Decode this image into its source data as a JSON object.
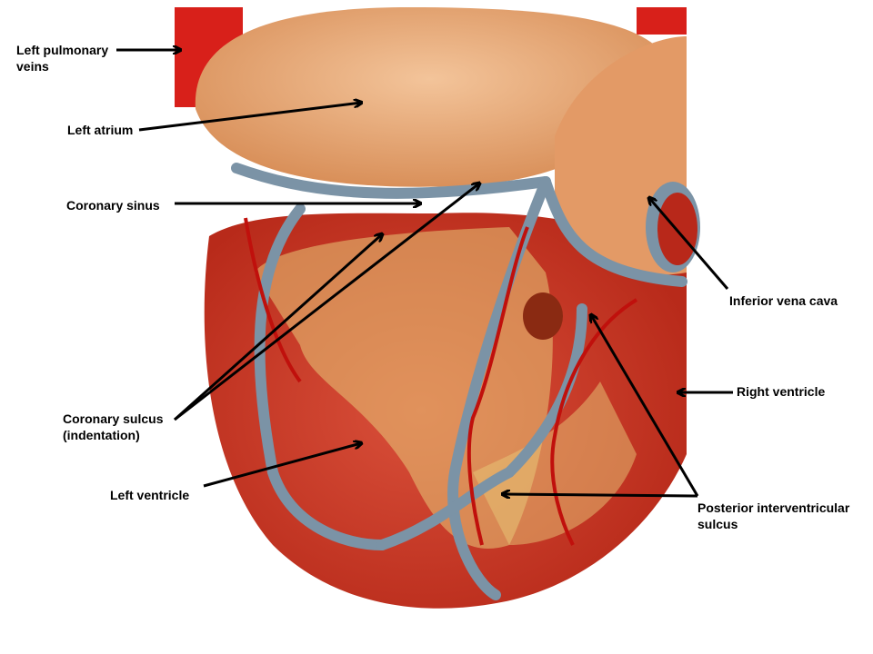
{
  "labels": {
    "left_pulmonary_veins": [
      "Left pulmonary",
      "veins"
    ],
    "left_atrium": "Left atrium",
    "coronary_sinus": "Coronary sinus",
    "inferior_vena_cava": "Inferior vena cava",
    "right_ventricle": "Right ventricle",
    "coronary_sulcus": [
      "Coronary sulcus",
      "(indentation)"
    ],
    "left_ventricle": "Left ventricle",
    "posterior_interventricular_sulcus": [
      "Posterior interventricular",
      "sulcus"
    ]
  },
  "colors": {
    "atrium": "#eaa873",
    "ventricle": "#cc3a26",
    "fat": "#e8c878",
    "vessel_blue": "#7b93a6",
    "artery_red": "#c0100c",
    "arrow": "#000000"
  }
}
